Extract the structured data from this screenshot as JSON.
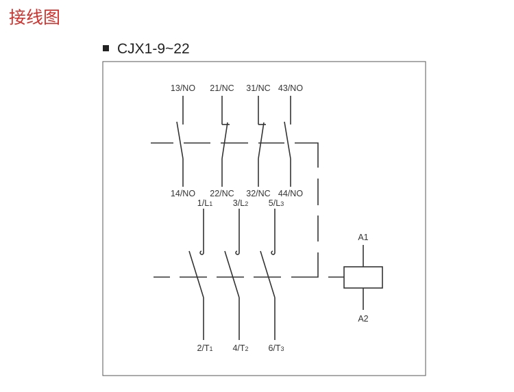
{
  "title": "接线图",
  "model": "CJX1-9~22",
  "aux_contacts": [
    {
      "top": "13/NO",
      "bottom": "14/NO",
      "type": "NO"
    },
    {
      "top": "21/NC",
      "bottom": "22/NC",
      "type": "NC"
    },
    {
      "top": "31/NC",
      "bottom": "32/NC",
      "type": "NC"
    },
    {
      "top": "43/NO",
      "bottom": "44/NO",
      "type": "NO"
    }
  ],
  "main_poles": [
    {
      "top": "1/L",
      "top_sub": "1",
      "bottom": "2/T",
      "bottom_sub": "1"
    },
    {
      "top": "3/L",
      "top_sub": "2",
      "bottom": "4/T",
      "bottom_sub": "2"
    },
    {
      "top": "5/L",
      "top_sub": "3",
      "bottom": "6/T",
      "bottom_sub": "3"
    }
  ],
  "coil": {
    "top": "A1",
    "bottom": "A2"
  },
  "colors": {
    "title": "#d2322d",
    "line": "#333333"
  }
}
